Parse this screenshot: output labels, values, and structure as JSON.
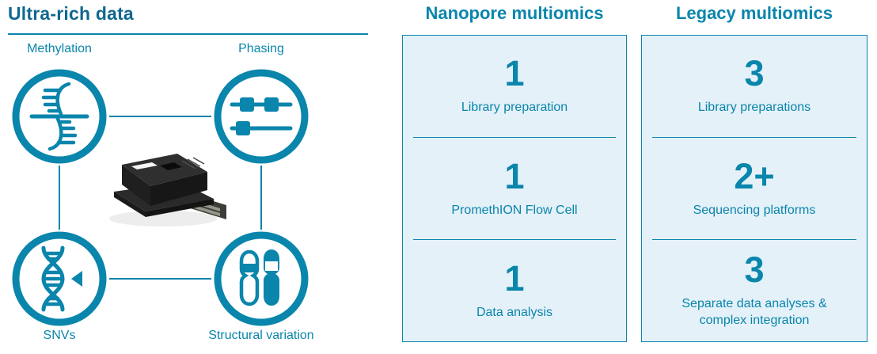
{
  "colors": {
    "accent": "#0a85ac",
    "section_heading": "#11678f",
    "panel_background": "#e4f1f8"
  },
  "left": {
    "title": "Ultra-rich data",
    "device_icon": "promethion-flow-cell-photo",
    "features": [
      {
        "label": "Methylation",
        "icon": "methylation-icon"
      },
      {
        "label": "Phasing",
        "icon": "phasing-icon"
      },
      {
        "label": "SNVs",
        "icon": "snvs-icon"
      },
      {
        "label": "Structural variation",
        "icon": "structural-variation-icon"
      }
    ]
  },
  "panels": [
    {
      "title": "Nanopore multiomics",
      "rows": [
        {
          "value": "1",
          "label": "Library preparation"
        },
        {
          "value": "1",
          "label": "PromethION Flow Cell"
        },
        {
          "value": "1",
          "label": "Data analysis"
        }
      ]
    },
    {
      "title": "Legacy multiomics",
      "rows": [
        {
          "value": "3",
          "label": "Library preparations"
        },
        {
          "value": "2+",
          "label": "Sequencing platforms"
        },
        {
          "value": "3",
          "label": "Separate data analyses & complex integration"
        }
      ]
    }
  ]
}
